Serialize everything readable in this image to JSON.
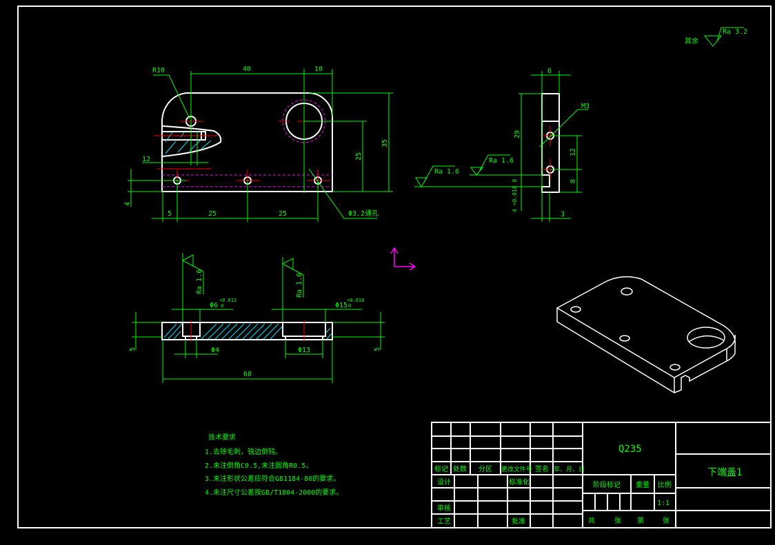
{
  "front_view": {
    "dim_40": "40",
    "dim_10": "10",
    "dim_R10": "R10",
    "dim_35": "35",
    "dim_25_v": "25",
    "dim_12": "12",
    "dim_4": "4",
    "dim_5": "5",
    "dim_25_a": "25",
    "dim_25_b": "25",
    "hole_note": "Φ3.2通孔"
  },
  "side_view": {
    "dim_6": "6",
    "dim_29": "29",
    "dim_M3": "M3",
    "dim_12": "12",
    "dim_8": "8",
    "dim_3": "3",
    "dim_tol": "4 +0.018 0",
    "ra_1": "Ra 1.6",
    "ra_2": "Ra 1.6"
  },
  "section_view": {
    "dim_phi6": "Φ6",
    "tol_phi6": "+0.012",
    "tol_phi6_low": "0",
    "dim_phi15": "Φ15",
    "tol_phi15": "+0.018",
    "tol_phi15_low": "0",
    "dim_phi4": "Φ4",
    "dim_phi13": "Φ13",
    "dim_60": "60",
    "dim_5_left": "5",
    "dim_5_right": "5",
    "ra_1": "Ra 1.6",
    "ra_2": "Ra 1.6"
  },
  "roughness_note": {
    "label": "其余",
    "value": "Ra 3.2"
  },
  "tech_requirements": {
    "title": "技术要求",
    "items": [
      "1.去除毛刺，锐边倒钝。",
      "2.未注倒角C0.5,未注圆角R0.5。",
      "3.未注形状公差应符合GB1184-80的要求。",
      "4.未注尺寸公差按GB/T1804-2000的要求。"
    ]
  },
  "title_block": {
    "material": "Q235",
    "part_name": "下端盖1",
    "headers": [
      "标记",
      "处数",
      "分区",
      "更改文件号",
      "签名",
      "年、月、日"
    ],
    "design": "设计",
    "standardize": "标准化",
    "review": "审核",
    "process": "工艺",
    "approve": "批准",
    "stage_mark": "阶段标记",
    "weight": "重量",
    "scale": "比例",
    "scale_value": "1:1",
    "total": "共",
    "sheets": "张",
    "sheet_no": "第",
    "sheets2": "张"
  },
  "colors": {
    "line": "#ffffff",
    "dim": "#00ff00",
    "center": "#ff0000",
    "hidden": "#ff00ff",
    "hatch": "#00e5ff"
  }
}
